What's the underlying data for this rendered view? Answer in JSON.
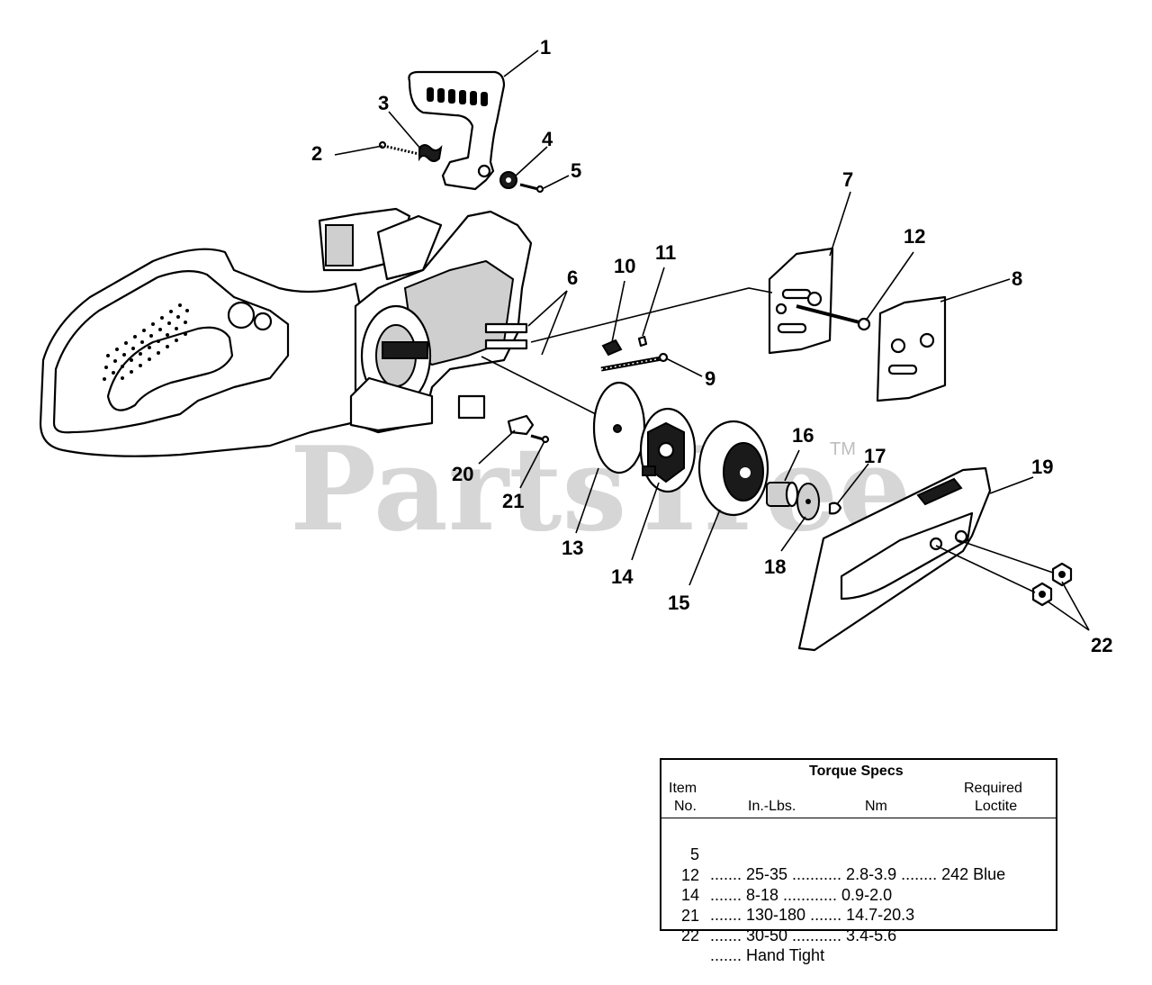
{
  "callouts": {
    "c1": "1",
    "c2": "2",
    "c3": "3",
    "c4": "4",
    "c5": "5",
    "c6": "6",
    "c7": "7",
    "c8": "8",
    "c9": "9",
    "c10": "10",
    "c11": "11",
    "c12": "12",
    "c13": "13",
    "c14": "14",
    "c15": "15",
    "c16": "16",
    "c17": "17",
    "c18": "18",
    "c19": "19",
    "c20": "20",
    "c21": "21",
    "c22": "22"
  },
  "watermark": {
    "text": "PartsTree",
    "tm": "TM"
  },
  "torque_table": {
    "title": "Torque Specs",
    "header_item": "Item",
    "header_no": "No.",
    "header_inlbs": "In.-Lbs.",
    "header_nm": "Nm",
    "header_required": "Required",
    "header_loctite": "Loctite",
    "rows": [
      {
        "item": "5",
        "rest": "....... 25-35 ........... 2.8-3.9 ........ 242 Blue"
      },
      {
        "item": "12",
        "rest": "....... 8-18 ............ 0.9-2.0"
      },
      {
        "item": "14",
        "rest": "....... 130-180 ....... 14.7-20.3"
      },
      {
        "item": "21",
        "rest": "....... 30-50 ........... 3.4-5.6"
      },
      {
        "item": "22",
        "rest": "....... Hand Tight"
      }
    ]
  }
}
